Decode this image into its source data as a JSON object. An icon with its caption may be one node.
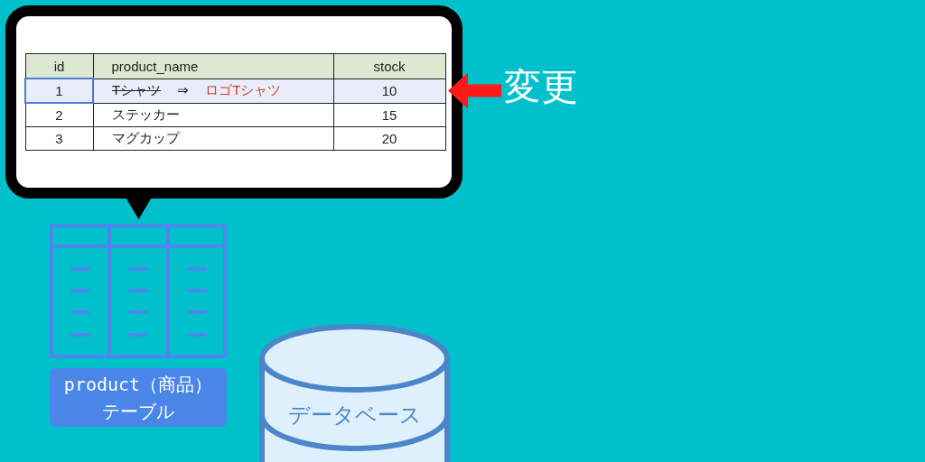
{
  "diagram": {
    "nodes": [
      {
        "text": [],
        "shape": "bar"
      },
      {
        "text": [
          "変更"
        ]
      },
      {
        "text": [
          "product（商品）テーブル"
        ]
      },
      {
        "text": [
          "データベース"
        ]
      }
    ],
    "edges": [
      {
        "from": 1,
        "to": 0,
        "arrow": "to",
        "style": "thick",
        "color": "#ff1a1a"
      }
    ],
    "labels": [
      "id",
      "product_name",
      "stock",
      "1",
      "Tシャツ",
      "⇒",
      "ロゴTシャツ",
      "10",
      "2",
      "ステッカー",
      "15",
      "3",
      "マグカップ",
      "20"
    ]
  }
}
